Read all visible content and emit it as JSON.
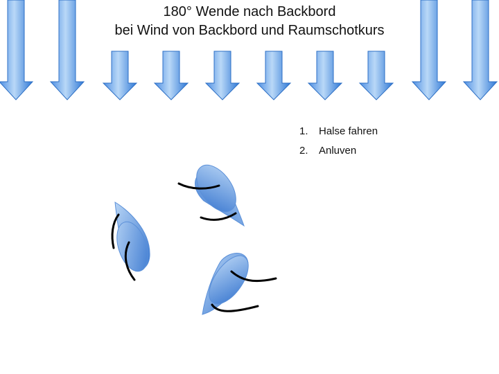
{
  "title": {
    "line1": "180° Wende nach Backbord",
    "line2": "bei Wind von Backbord und Raumschotkurs"
  },
  "steps": [
    {
      "number": "1.",
      "text": "Halse fahren"
    },
    {
      "number": "2.",
      "text": "Anluven"
    }
  ],
  "colors": {
    "arrow_light": "#a9cdf3",
    "arrow_dark": "#2f78d6",
    "arrow_edge": "#2d6fc4",
    "hull_light": "#a9c9f2",
    "hull_dark": "#3a78d0",
    "sail_line": "#000000"
  },
  "icons": {
    "wind_arrow": "wind-arrow-icon",
    "boat": "sailboat-icon"
  }
}
